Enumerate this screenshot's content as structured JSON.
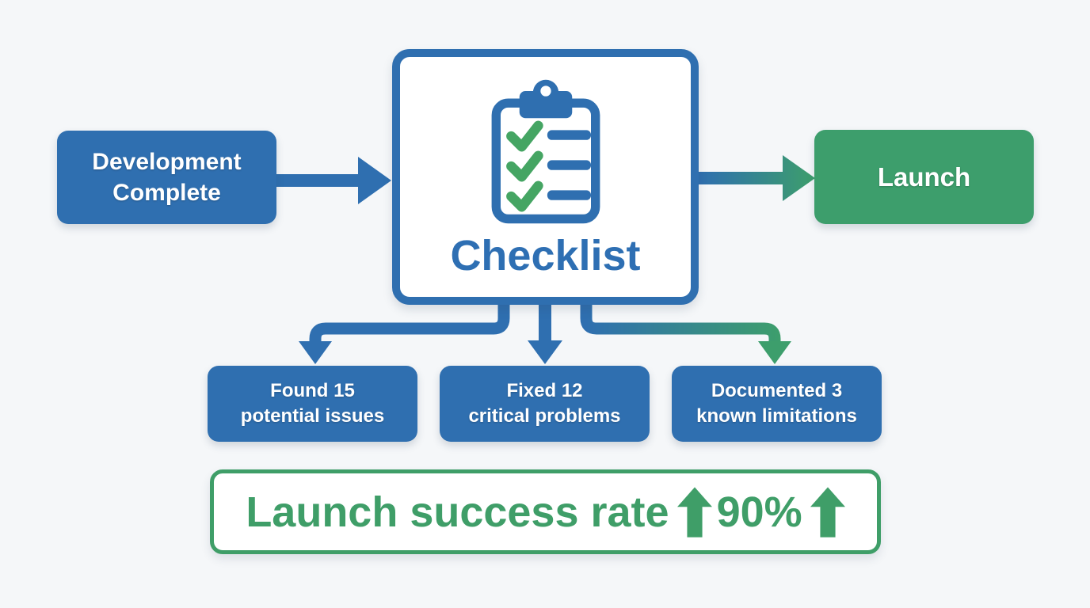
{
  "colors": {
    "blue": "#2f6fb0",
    "green": "#3d9e6c",
    "green_text": "#3f9e68",
    "check_green": "#45a563",
    "background": "#f5f7f9",
    "node_text": "#ffffff"
  },
  "nodes": {
    "development": {
      "line1": "Development",
      "line2": "Complete"
    },
    "checklist": {
      "label": "Checklist",
      "icon": "clipboard-checklist-icon"
    },
    "launch": {
      "label": "Launch"
    },
    "outcomes": [
      {
        "line1": "Found 15",
        "line2": "potential issues"
      },
      {
        "line1": "Fixed 12",
        "line2": "critical problems"
      },
      {
        "line1": "Documented 3",
        "line2": "known limitations"
      }
    ],
    "result": {
      "label": "Launch success rate",
      "value": "90%",
      "icon": "up-arrow-icon"
    }
  },
  "connections": [
    {
      "from": "development-complete",
      "to": "checklist",
      "style": "blue"
    },
    {
      "from": "checklist",
      "to": "launch",
      "style": "blue-to-green-gradient"
    },
    {
      "from": "checklist",
      "to": "found-potential-issues",
      "style": "blue"
    },
    {
      "from": "checklist",
      "to": "fixed-critical-problems",
      "style": "blue"
    },
    {
      "from": "checklist",
      "to": "documented-known-limitations",
      "style": "blue-to-green-gradient"
    }
  ]
}
